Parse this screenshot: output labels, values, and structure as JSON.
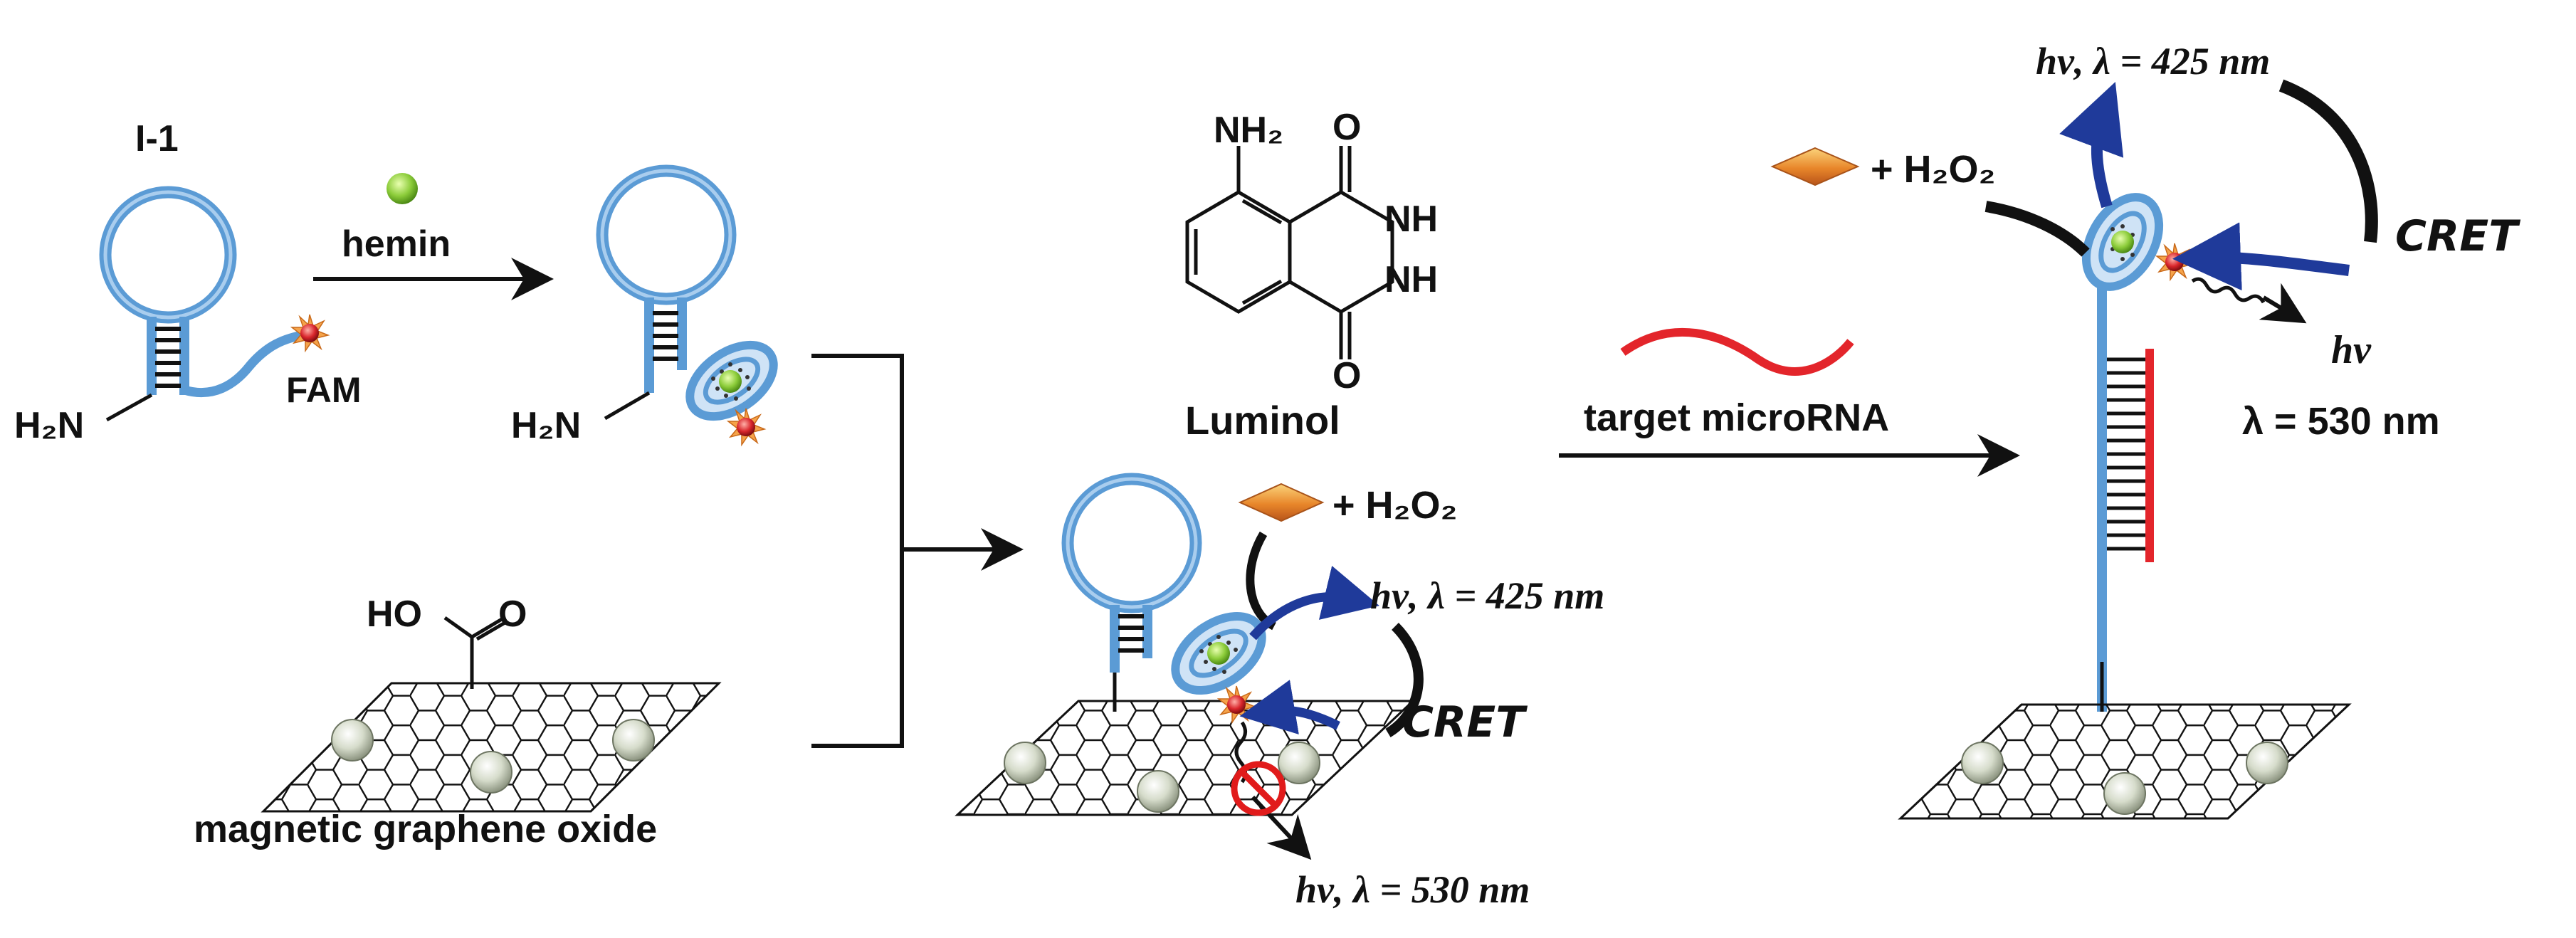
{
  "labels": {
    "i1": "I-1",
    "hemin": "hemin",
    "fam": "FAM",
    "h2n": "H₂N",
    "ho": "HO",
    "o": "O",
    "mgo": "magnetic graphene oxide",
    "nh2": "NH₂",
    "nh": "NH",
    "luminol": "Luminol",
    "target": "target microRNA",
    "h2o2": "+ H₂O₂",
    "cret": "CRET",
    "hv425": "hν, λ = 425 nm",
    "hv530": "hν, λ = 530 nm",
    "hv": "hν",
    "lambda530": "λ = 530 nm"
  },
  "colors": {
    "dna_blue": "#5b9bd5",
    "dna_light": "#a9cdee",
    "arrow_blue": "#1f3a9a",
    "target_red": "#e3252b",
    "hemin_green": "#8ccc3a",
    "hrp_orange": "#e8862a",
    "fam_red": "#d9262c",
    "no_sign": "#e11b1b",
    "black": "#111111"
  }
}
